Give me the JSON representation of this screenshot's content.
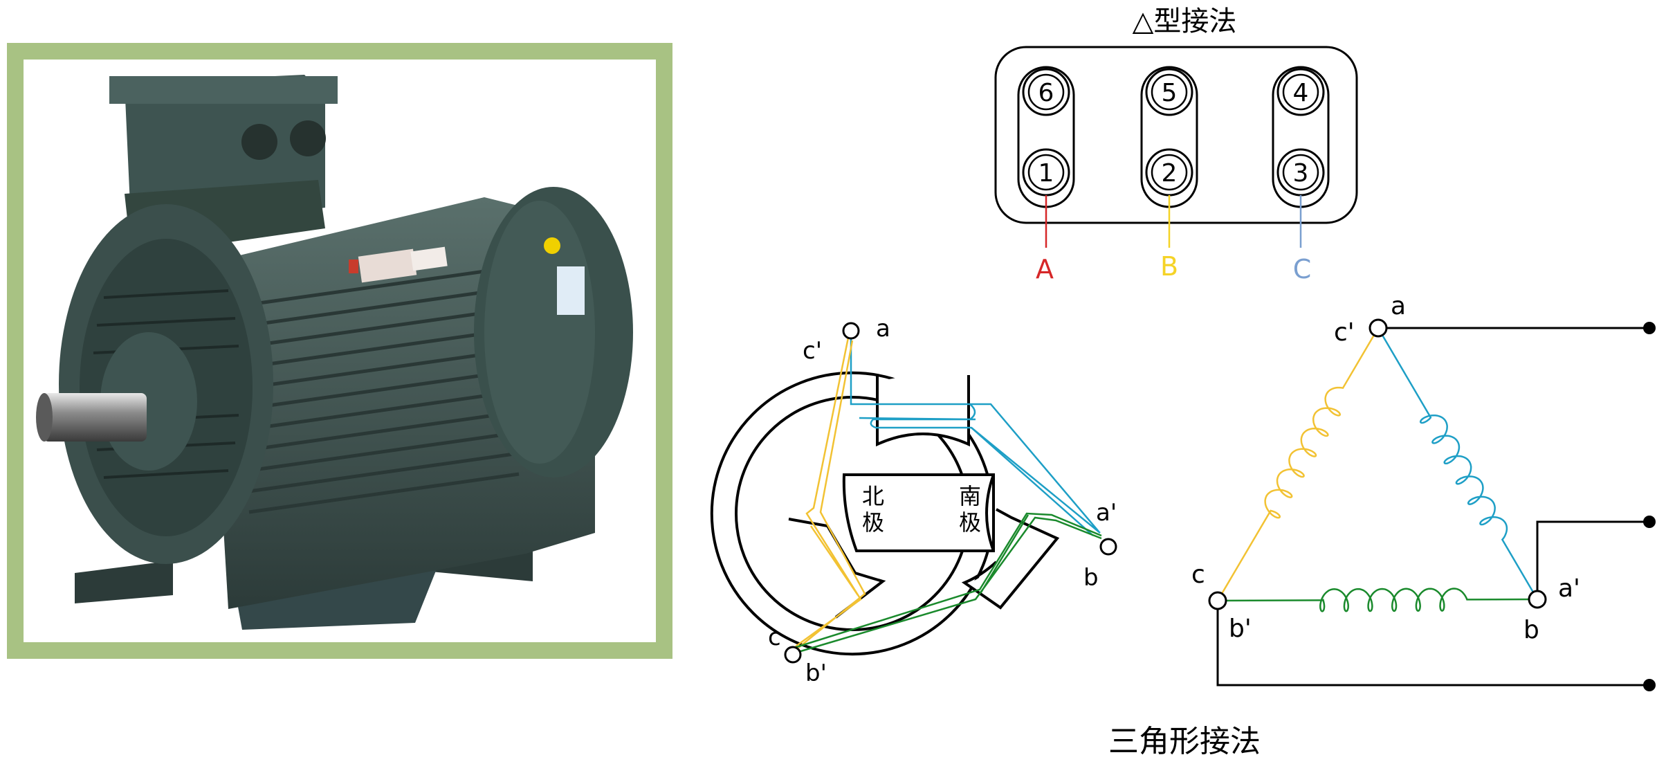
{
  "terminal_box": {
    "title": "△型接法",
    "top_labels": [
      "6",
      "5",
      "4"
    ],
    "bottom_labels": [
      "1",
      "2",
      "3"
    ],
    "phase_labels": [
      "A",
      "B",
      "C"
    ]
  },
  "stator": {
    "pole_north": "北极",
    "pole_south": "南极",
    "label_a": "a",
    "label_c_prime": "c'",
    "label_a_prime": "a'",
    "label_b": "b",
    "label_c": "c",
    "label_b_prime": "b'"
  },
  "delta": {
    "label_a": "a",
    "label_c_prime": "c'",
    "label_a_prime": "a'",
    "label_b": "b",
    "label_c": "c",
    "label_b_prime": "b'"
  },
  "caption": "三角形接法",
  "colors": {
    "frame": "#a8c283",
    "motor_body": "#3e5451",
    "phase_a": "#d62728",
    "phase_b": "#f5d327",
    "phase_c": "#7a9fd0",
    "winding_blue": "#1e9fc6",
    "winding_yellow": "#f2c233",
    "winding_green": "#1a8a2c",
    "line": "#000000"
  }
}
